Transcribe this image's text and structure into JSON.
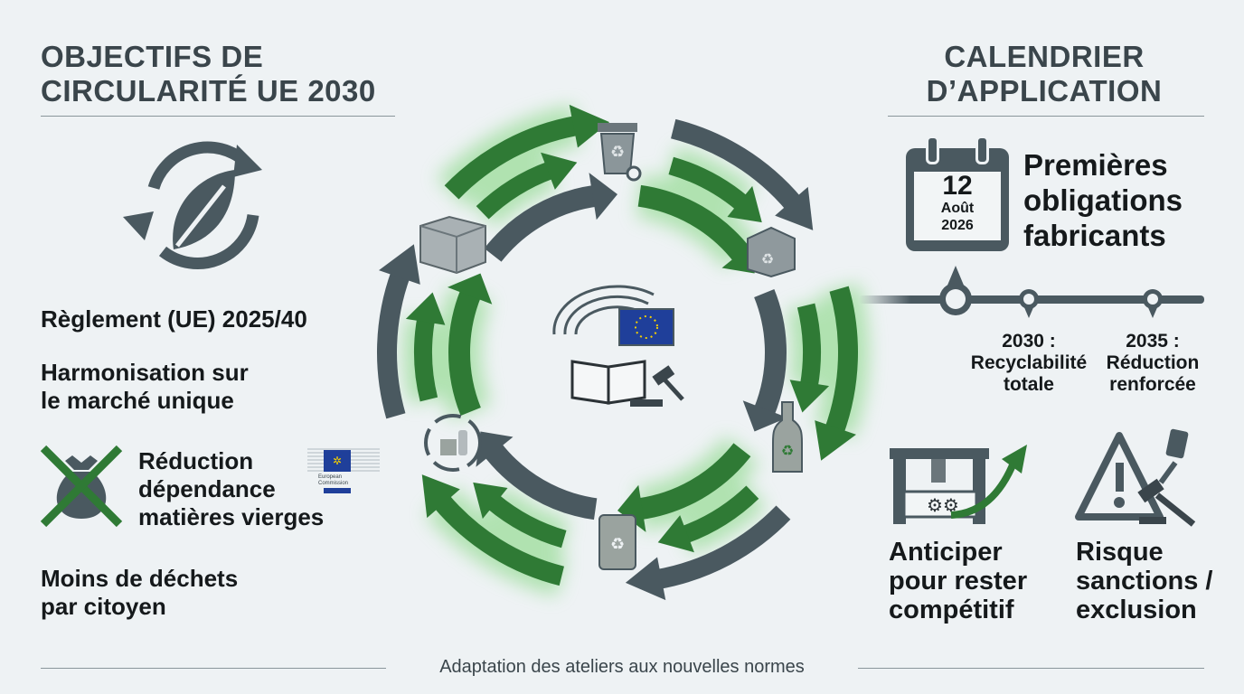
{
  "left": {
    "title_line1": "OBJECTIFS DE",
    "title_line2": "CIRCULARITÉ UE 2030",
    "items": [
      "Règlement (UE) 2025/40",
      "Harmonisation sur",
      "le marché unique",
      "Réduction",
      "dépendance",
      "matières vierges",
      "Moins de déchets",
      "par citoyen"
    ],
    "ec_logo_text": "European Commission"
  },
  "right": {
    "title_line1": "CALENDRIER",
    "title_line2": "D’APPLICATION",
    "calendar": {
      "day": "12",
      "month": "Août",
      "year": "2026"
    },
    "first_obligations": [
      "Premières",
      "obligations",
      "fabricants"
    ],
    "milestones": [
      {
        "year": "2030 :",
        "line1": "Recyclabilité",
        "line2": "totale"
      },
      {
        "year": "2035 :",
        "line1": "Réduction",
        "line2": "renforcée"
      }
    ],
    "anticipate": [
      "Anticiper",
      "pour rester",
      "compétitif"
    ],
    "risk": [
      "Risque",
      "sanctions /",
      "exclusion"
    ]
  },
  "footer": {
    "caption": "Adaptation des ateliers aux nouvelles normes"
  },
  "colors": {
    "green": "#2f7a35",
    "slate": "#4a5960",
    "glow": "#7ed67a"
  }
}
